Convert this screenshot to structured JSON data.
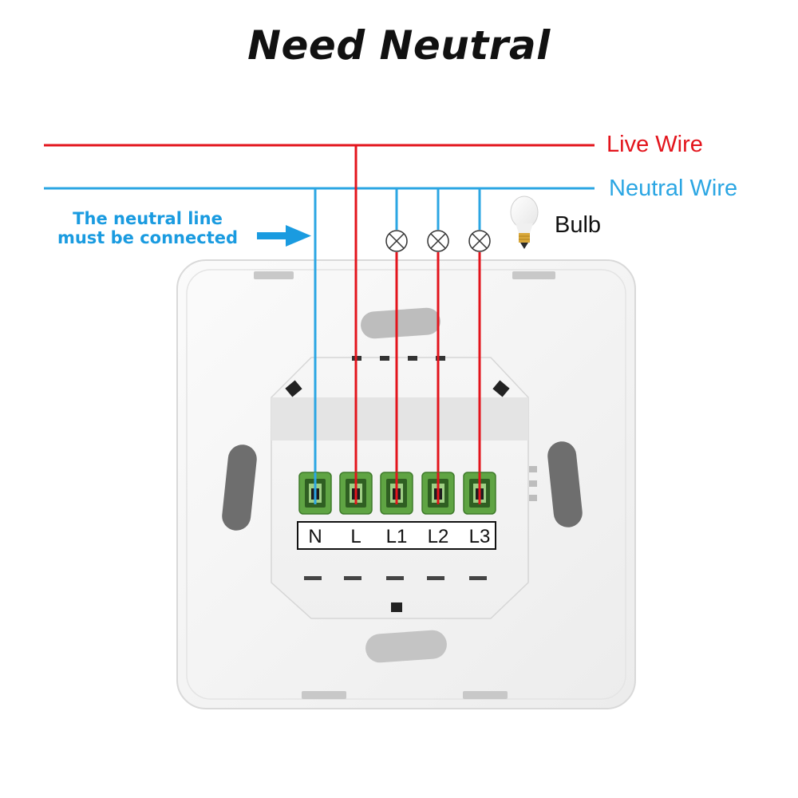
{
  "title": "Need Neutral",
  "wires": {
    "live": {
      "label": "Live Wire",
      "color": "#e3141c"
    },
    "neutral": {
      "label": "Neutral Wire",
      "color": "#2ba6e3"
    }
  },
  "note": {
    "line1": "The neutral line",
    "line2": "must be connected",
    "color": "#1a9be0"
  },
  "bulb": {
    "label": "Bulb",
    "icon": "bulb-icon",
    "lamp_symbol": "lamp-x-icon"
  },
  "terminals": [
    "N",
    "L",
    "L1",
    "L2",
    "L3"
  ],
  "colors": {
    "terminal_green": "#5fa443",
    "panel": "#f4f4f4"
  }
}
